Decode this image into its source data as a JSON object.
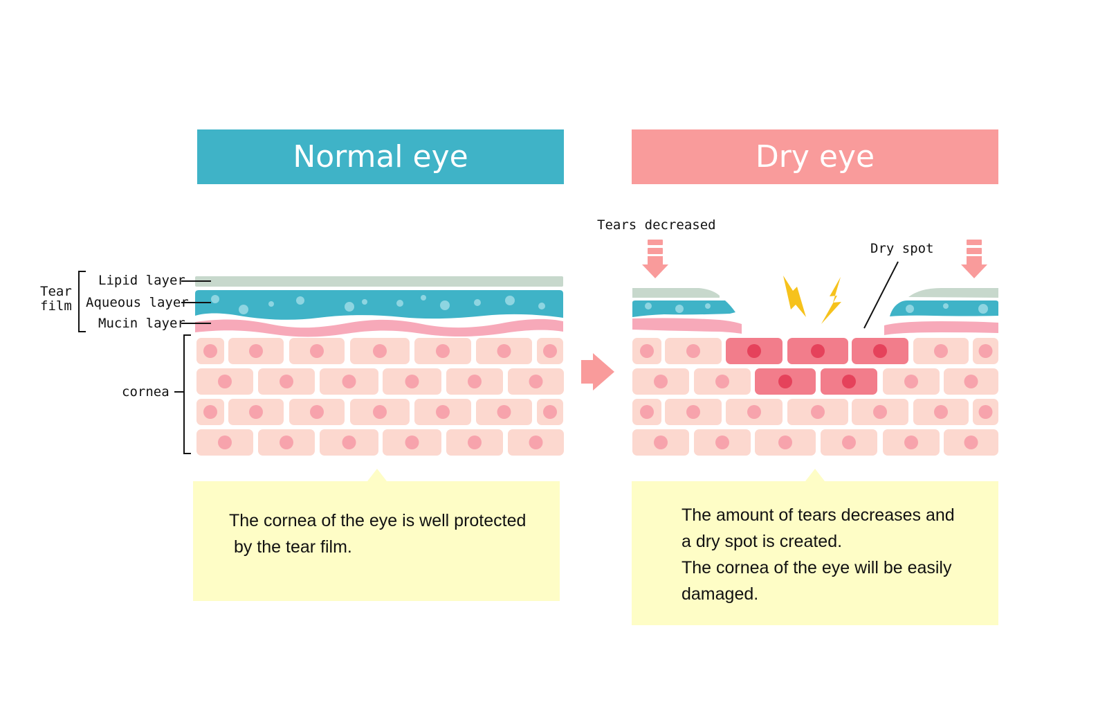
{
  "panels": {
    "normal": {
      "title": "Normal eye",
      "caption": [
        "The cornea of the eye is well protected",
        " by the tear film."
      ]
    },
    "dry": {
      "title": "Dry eye",
      "caption": [
        "The amount of tears decreases and",
        "a dry spot is created.",
        "The cornea of the eye will be easily",
        "damaged."
      ]
    }
  },
  "labels": {
    "tear_film": [
      "Tear",
      "film"
    ],
    "lipid": "Lipid layer",
    "aqueous": "Aqueous layer",
    "mucin": "Mucin layer",
    "cornea": "cornea",
    "tears_decreased": "Tears decreased",
    "dry_spot": "Dry spot"
  },
  "colors": {
    "normal_header": "#3fb3c7",
    "dry_header": "#f99b9b",
    "lipid": "#c7d8cc",
    "aqueous": "#3fb3c7",
    "mucin": "#f7a9b9",
    "cell": "#fcd8cf",
    "nucleus": "#f7a3ac",
    "damaged_cell": "#f27d8b",
    "damaged_nucleus": "#e5425b",
    "arrow": "#f99b9b",
    "lightning": "#f6c21c",
    "caption_bg": "#fefdc6"
  }
}
